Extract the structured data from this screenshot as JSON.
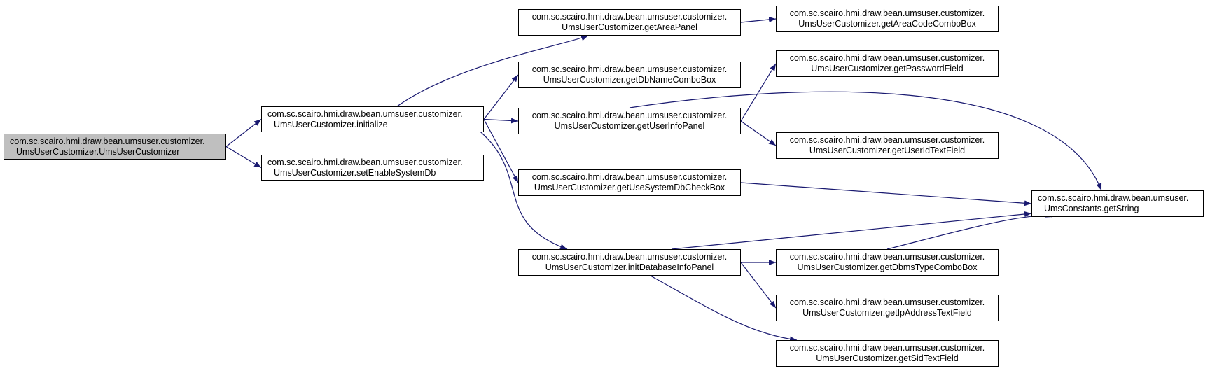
{
  "diagram": {
    "edge_color": "#191970",
    "root_fill": "#bfbfbf",
    "nodes": [
      {
        "id": "ctor",
        "line1": "com.sc.scairo.hmi.draw.bean.umsuser.customizer.",
        "line2": "UmsUserCustomizer.UmsUserCustomizer",
        "root": true
      },
      {
        "id": "initialize",
        "line1": "com.sc.scairo.hmi.draw.bean.umsuser.customizer.",
        "line2": "UmsUserCustomizer.initialize"
      },
      {
        "id": "setEnableSystemDb",
        "line1": "com.sc.scairo.hmi.draw.bean.umsuser.customizer.",
        "line2": "UmsUserCustomizer.setEnableSystemDb"
      },
      {
        "id": "getAreaPanel",
        "line1": "com.sc.scairo.hmi.draw.bean.umsuser.customizer.",
        "line2": "UmsUserCustomizer.getAreaPanel"
      },
      {
        "id": "getDbNameComboBox",
        "line1": "com.sc.scairo.hmi.draw.bean.umsuser.customizer.",
        "line2": "UmsUserCustomizer.getDbNameComboBox"
      },
      {
        "id": "getUserInfoPanel",
        "line1": "com.sc.scairo.hmi.draw.bean.umsuser.customizer.",
        "line2": "UmsUserCustomizer.getUserInfoPanel"
      },
      {
        "id": "getUseSystemDbCheckBox",
        "line1": "com.sc.scairo.hmi.draw.bean.umsuser.customizer.",
        "line2": "UmsUserCustomizer.getUseSystemDbCheckBox"
      },
      {
        "id": "initDatabaseInfoPanel",
        "line1": "com.sc.scairo.hmi.draw.bean.umsuser.customizer.",
        "line2": "UmsUserCustomizer.initDatabaseInfoPanel"
      },
      {
        "id": "getAreaCodeComboBox",
        "line1": "com.sc.scairo.hmi.draw.bean.umsuser.customizer.",
        "line2": "UmsUserCustomizer.getAreaCodeComboBox"
      },
      {
        "id": "getPasswordField",
        "line1": "com.sc.scairo.hmi.draw.bean.umsuser.customizer.",
        "line2": "UmsUserCustomizer.getPasswordField"
      },
      {
        "id": "getUserIdTextField",
        "line1": "com.sc.scairo.hmi.draw.bean.umsuser.customizer.",
        "line2": "UmsUserCustomizer.getUserIdTextField"
      },
      {
        "id": "getString",
        "line1": "com.sc.scairo.hmi.draw.bean.umsuser.",
        "line2": "UmsConstants.getString"
      },
      {
        "id": "getDbmsTypeComboBox",
        "line1": "com.sc.scairo.hmi.draw.bean.umsuser.customizer.",
        "line2": "UmsUserCustomizer.getDbmsTypeComboBox"
      },
      {
        "id": "getIpAddressTextField",
        "line1": "com.sc.scairo.hmi.draw.bean.umsuser.customizer.",
        "line2": "UmsUserCustomizer.getIpAddressTextField"
      },
      {
        "id": "getSidTextField",
        "line1": "com.sc.scairo.hmi.draw.bean.umsuser.customizer.",
        "line2": "UmsUserCustomizer.getSidTextField"
      }
    ],
    "edges": [
      {
        "from": "ctor",
        "to": "initialize"
      },
      {
        "from": "ctor",
        "to": "setEnableSystemDb"
      },
      {
        "from": "initialize",
        "to": "getAreaPanel"
      },
      {
        "from": "initialize",
        "to": "getDbNameComboBox"
      },
      {
        "from": "initialize",
        "to": "getUserInfoPanel"
      },
      {
        "from": "initialize",
        "to": "getUseSystemDbCheckBox"
      },
      {
        "from": "initialize",
        "to": "initDatabaseInfoPanel"
      },
      {
        "from": "getAreaPanel",
        "to": "getAreaCodeComboBox"
      },
      {
        "from": "getUserInfoPanel",
        "to": "getPasswordField"
      },
      {
        "from": "getUserInfoPanel",
        "to": "getString"
      },
      {
        "from": "getUserInfoPanel",
        "to": "getUserIdTextField"
      },
      {
        "from": "getUseSystemDbCheckBox",
        "to": "getString"
      },
      {
        "from": "initDatabaseInfoPanel",
        "to": "getString"
      },
      {
        "from": "initDatabaseInfoPanel",
        "to": "getDbmsTypeComboBox"
      },
      {
        "from": "initDatabaseInfoPanel",
        "to": "getIpAddressTextField"
      },
      {
        "from": "initDatabaseInfoPanel",
        "to": "getSidTextField"
      },
      {
        "from": "getDbmsTypeComboBox",
        "to": "getString"
      }
    ]
  }
}
